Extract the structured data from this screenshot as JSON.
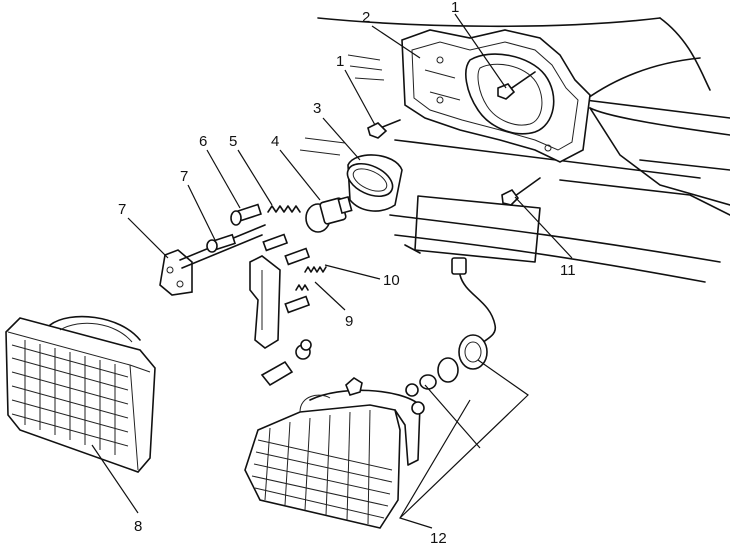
{
  "callouts": [
    "1",
    "2",
    "1",
    "3",
    "4",
    "5",
    "6",
    "7",
    "7",
    "8",
    "9",
    "10",
    "11",
    "12"
  ]
}
